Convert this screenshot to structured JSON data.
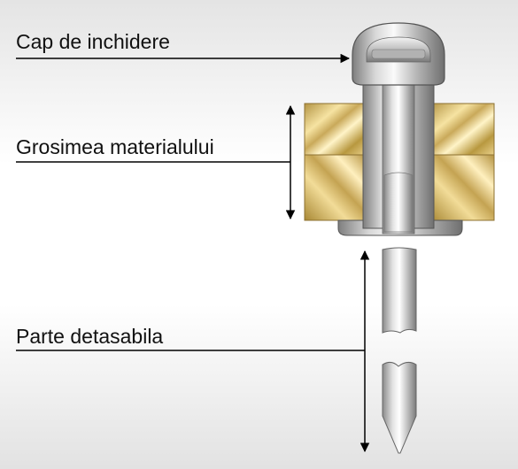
{
  "labels": {
    "cap": "Cap de inchidere",
    "thickness": "Grosimea materialului",
    "detachable": "Parte detasabila"
  },
  "colors": {
    "background_top": "#e6e6e6",
    "background_mid": "#ffffff",
    "metal_dark": "#8a8a8a",
    "metal_light": "#fafafa",
    "brass_dark": "#a88834",
    "brass_light": "#fff4c8",
    "line": "#000000"
  }
}
